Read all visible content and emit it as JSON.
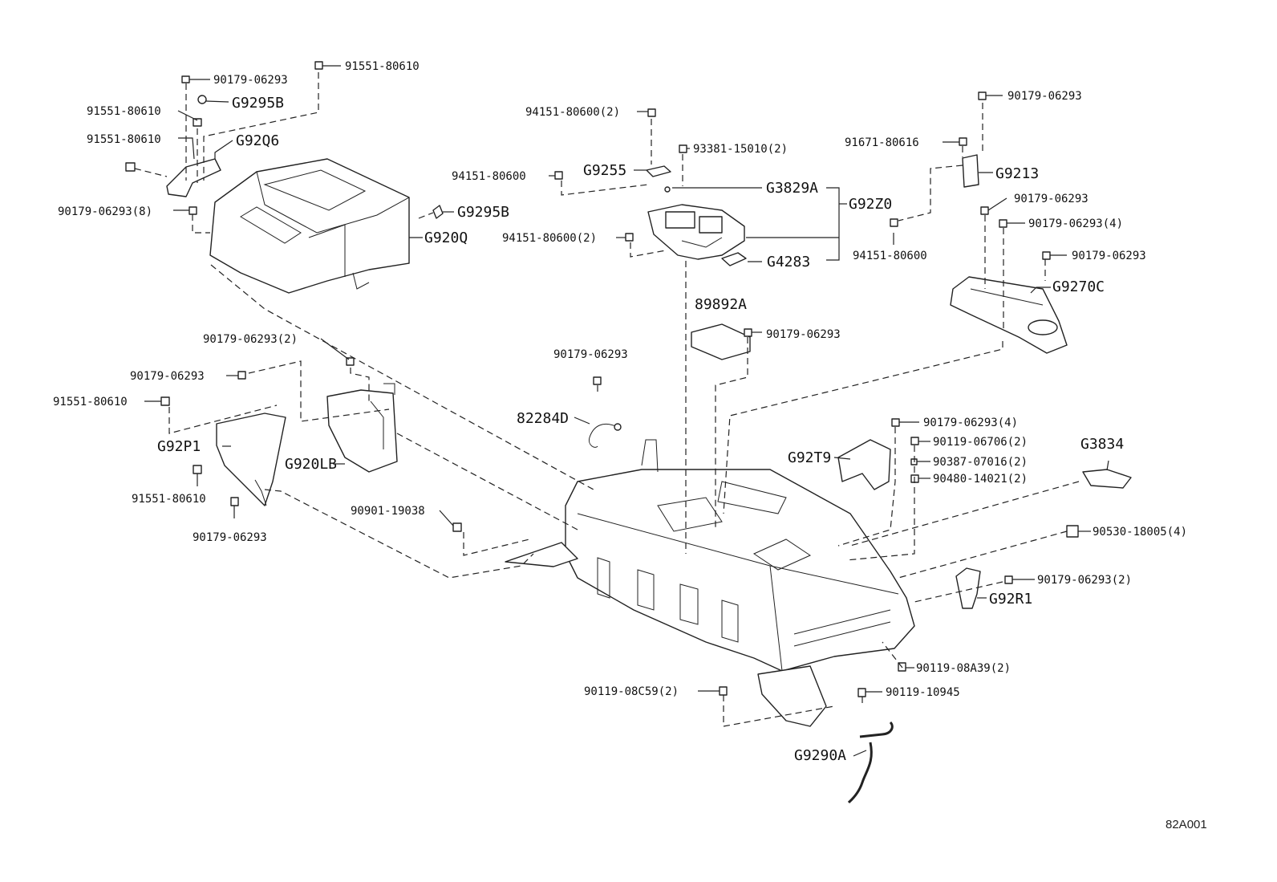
{
  "labels": {
    "p1": "91551-80610",
    "p2": "90179-06293",
    "p3": "G9295B",
    "p4": "91551-80610",
    "p5": "91551-80610",
    "p6": "G92Q6",
    "p7": "90179-06293(8)",
    "p8": "G9295B",
    "p9": "G920Q",
    "p10": "94151-80600(2)",
    "p11": "93381-15010(2)",
    "p12": "G9255",
    "p13": "94151-80600",
    "p14": "G3829A",
    "p15": "G92Z0",
    "p16": "94151-80600(2)",
    "p17": "G4283",
    "p18": "90179-06293",
    "p19": "91671-80616",
    "p20": "G9213",
    "p21": "90179-06293",
    "p22": "90179-06293(4)",
    "p23": "94151-80600",
    "p24": "90179-06293",
    "p25": "G9270C",
    "p26": "89892A",
    "p27": "90179-06293",
    "p28": "90179-06293(2)",
    "p29": "90179-06293",
    "p30": "91551-80610",
    "p31": "90179-06293",
    "p32": "82284D",
    "p33": "G92P1",
    "p34": "G920LB",
    "p35": "91551-80610",
    "p36": "90179-06293",
    "p37": "90901-19038",
    "p38": "90179-06293(4)",
    "p39": "90119-06706(2)",
    "p40": "G92T9",
    "p41": "90387-07016(2)",
    "p42": "90480-14021(2)",
    "p43": "G3834",
    "p44": "90530-18005(4)",
    "p45": "90179-06293(2)",
    "p46": "G92R1",
    "p47": "90119-08A39(2)",
    "p48": "90119-08C59(2)",
    "p49": "90119-10945",
    "p50": "G9290A"
  },
  "figure_code": "82A001"
}
